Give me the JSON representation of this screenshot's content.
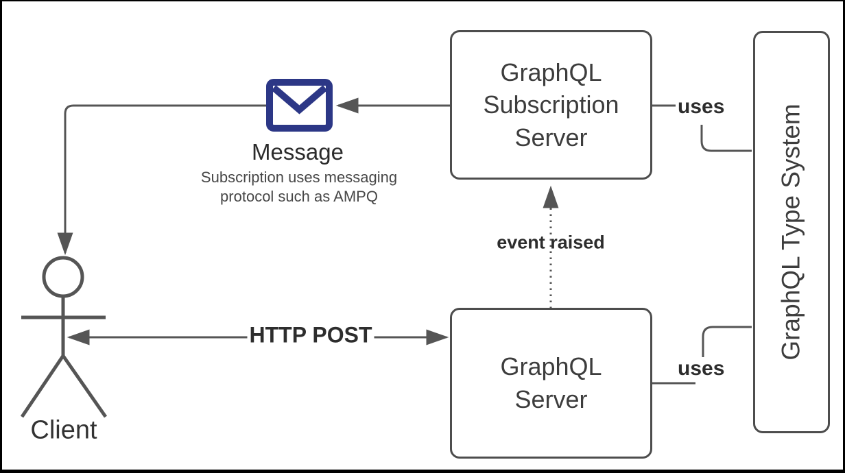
{
  "diagram": {
    "nodes": {
      "subscription_server": {
        "label": "GraphQL Subscription Server"
      },
      "server": {
        "label": "GraphQL Server"
      },
      "type_system": {
        "label": "GraphQL Type System"
      }
    },
    "actor": {
      "label": "Client",
      "icon": "stick-figure-icon"
    },
    "message": {
      "icon": "envelope-icon",
      "label": "Message",
      "note": "Subscription uses messaging protocol such as AMPQ"
    },
    "edges": {
      "uses_top": {
        "label": "uses"
      },
      "uses_bottom": {
        "label": "uses"
      },
      "http_post": {
        "label": "HTTP POST"
      },
      "event_raised": {
        "label": "event raised"
      }
    },
    "colors": {
      "connector_line": "#555555",
      "box_border": "#4d4d4d",
      "text": "#3d3d3d",
      "label_text": "#2d2d2d",
      "envelope_accent": "#2c3786",
      "frame_border": "#000000",
      "background": "#ffffff"
    }
  }
}
